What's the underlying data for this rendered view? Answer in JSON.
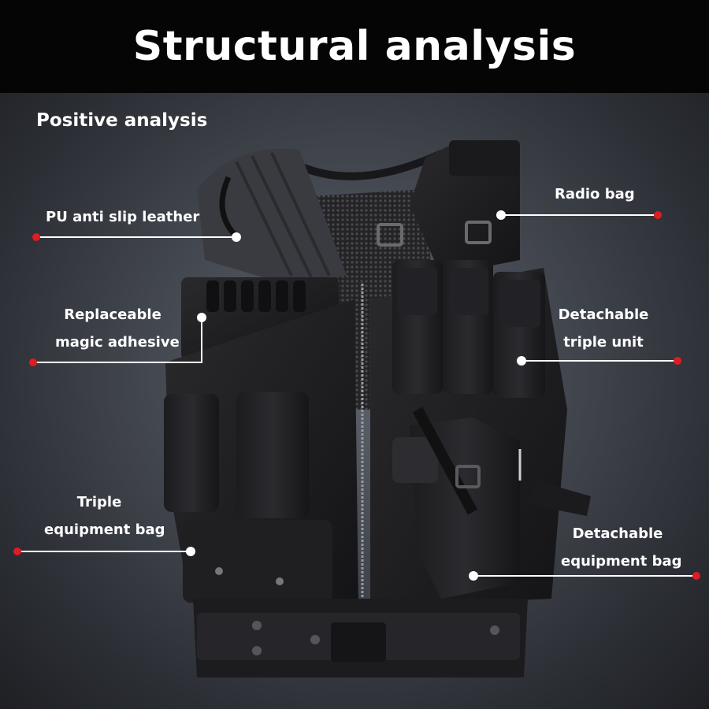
{
  "header": {
    "title": "Structural analysis"
  },
  "subtitle": "Positive analysis",
  "callouts": {
    "pu_leather": {
      "text": "PU anti slip leather"
    },
    "replaceable": {
      "line1": "Replaceable",
      "line2": "magic adhesive"
    },
    "triple_bag": {
      "line1": "Triple",
      "line2": "equipment bag"
    },
    "radio_bag": {
      "text": "Radio bag"
    },
    "detachable_triple": {
      "line1": "Detachable",
      "line2": "triple unit"
    },
    "detachable_bag": {
      "line1": "Detachable",
      "line2": "equipment bag"
    }
  },
  "colors": {
    "header_bg": "#050505",
    "text": "#ffffff",
    "endpoint_red": "#e01b22",
    "vest": "#1a1a1c"
  }
}
